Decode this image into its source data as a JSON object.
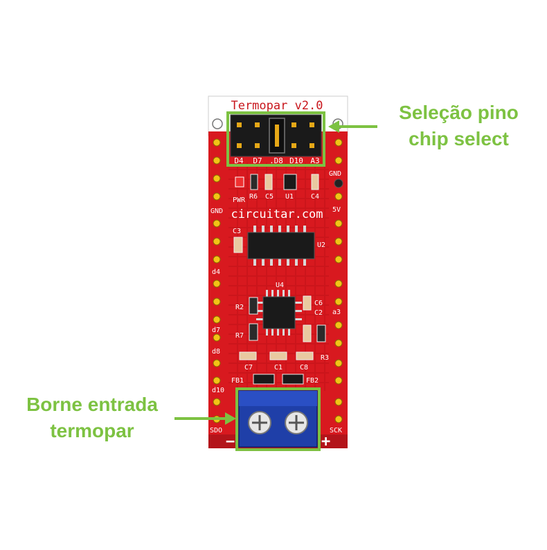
{
  "board": {
    "title": "Termopar v2.0",
    "website": "circuitar.com",
    "header_pins": [
      "D4",
      "D7",
      ".D8",
      "D10",
      "A3"
    ],
    "silkscreen": {
      "u1": "U1",
      "u2": "U2",
      "u4": "U4",
      "r2": "R2",
      "r3": "R3",
      "r6": "R6",
      "r7": "R7",
      "c1": "C1",
      "c2": "C2",
      "c3": "C3",
      "c4": "C4",
      "c5": "C5",
      "c6": "C6",
      "c7": "C7",
      "c8": "C8",
      "fb1": "FB1",
      "fb2": "FB2",
      "pwr": "PWR"
    },
    "left_labels": {
      "gnd": "GND",
      "d4": "d4",
      "d7": "d7",
      "d8": "d8",
      "d10": "d10",
      "sdo": "SDO"
    },
    "right_labels": {
      "gnd": "GND",
      "5v": "5V",
      "a3": "a3",
      "sck": "SCK"
    },
    "polarity": {
      "minus": "−",
      "plus": "+"
    }
  },
  "callouts": {
    "chip_select": {
      "line1": "Seleção pino",
      "line2": "chip select"
    },
    "terminal": {
      "line1": "Borne entrada",
      "line2": "termopar"
    }
  },
  "colors": {
    "pcb": "#d8191f",
    "callout": "#7dc242",
    "terminal_block": "#1f3fa8",
    "header": "#1a1a1a"
  }
}
